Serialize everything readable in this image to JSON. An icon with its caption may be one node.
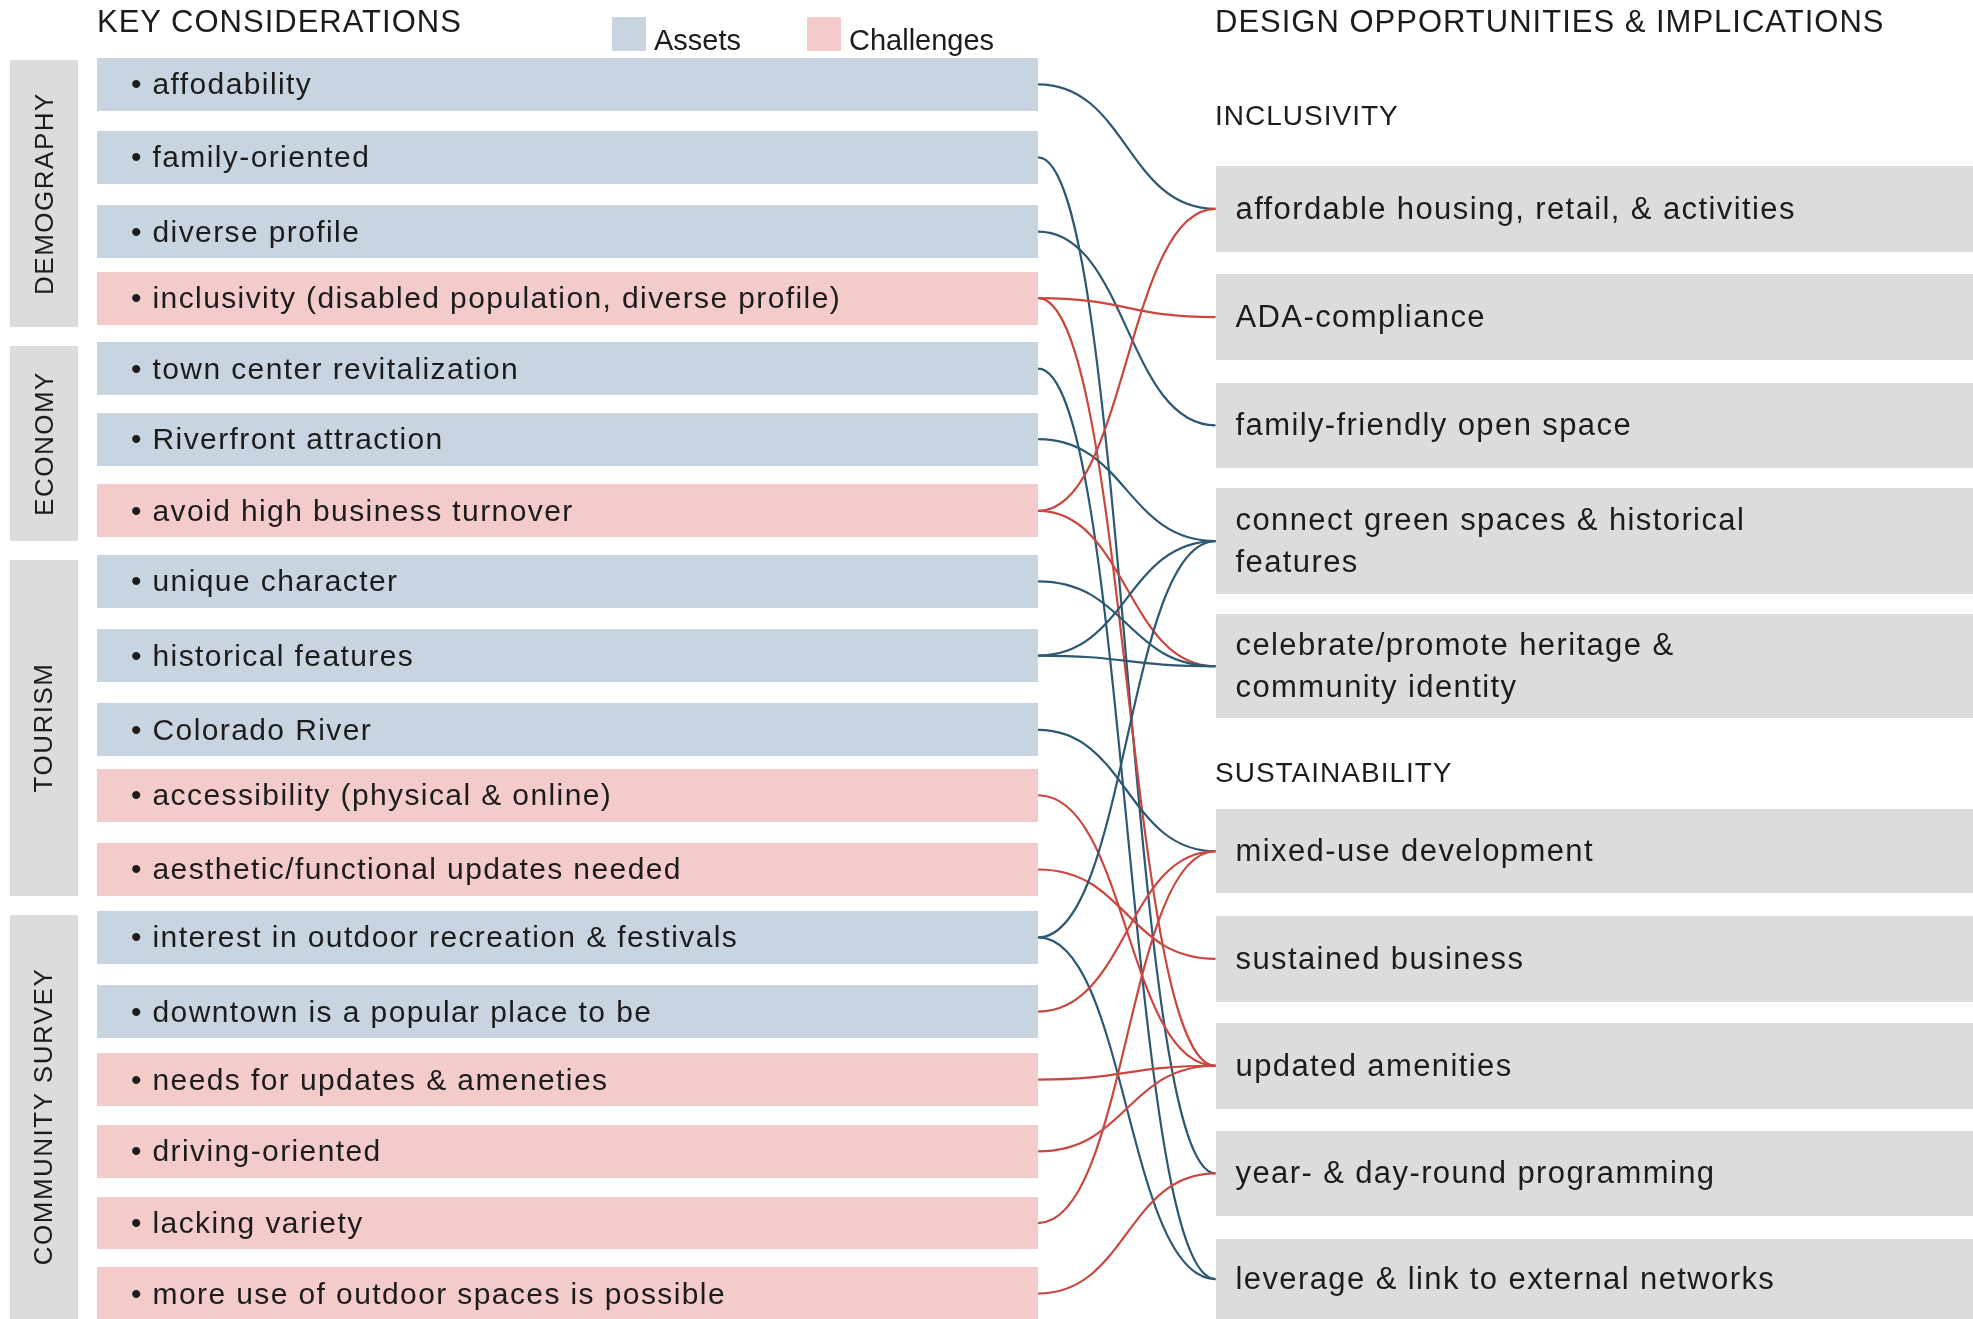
{
  "diagram": {
    "nodes": [
      {
        "text": [
          "DEMOGRAPHY"
        ]
      },
      {
        "text": [
          "ECONOMY"
        ]
      },
      {
        "text": [
          "TOURISM"
        ]
      },
      {
        "text": [
          "COMMUNITY SURVEY"
        ]
      },
      {
        "text": [
          "• affodability"
        ]
      },
      {
        "text": [
          "• family-oriented"
        ]
      },
      {
        "text": [
          "• diverse profile"
        ]
      },
      {
        "text": [
          "• inclusivity (disabled population, diverse profile)"
        ]
      },
      {
        "text": [
          "• town center revitalization"
        ]
      },
      {
        "text": [
          "• Riverfront attraction"
        ]
      },
      {
        "text": [
          "• avoid high business turnover"
        ]
      },
      {
        "text": [
          "• unique character"
        ]
      },
      {
        "text": [
          "• historical features"
        ]
      },
      {
        "text": [
          "• Colorado River"
        ]
      },
      {
        "text": [
          "• accessibility (physical & online)"
        ]
      },
      {
        "text": [
          "• aesthetic/functional updates needed"
        ]
      },
      {
        "text": [
          "• interest in outdoor recreation & festivals"
        ]
      },
      {
        "text": [
          "• downtown is a popular place to be"
        ]
      },
      {
        "text": [
          "• needs for updates & ameneties"
        ]
      },
      {
        "text": [
          "• driving-oriented"
        ]
      },
      {
        "text": [
          "• lacking variety"
        ]
      },
      {
        "text": [
          "• more use of outdoor spaces is possible"
        ]
      },
      {
        "text": [
          "affordable housing, retail, & activities"
        ]
      },
      {
        "text": [
          "ADA-compliance"
        ]
      },
      {
        "text": [
          "family-friendly open space"
        ]
      },
      {
        "text": [
          "connect green spaces & historical features"
        ]
      },
      {
        "text": [
          "celebrate/promote heritage & community identity"
        ]
      },
      {
        "text": [
          "mixed-use development"
        ]
      },
      {
        "text": [
          "sustained business"
        ]
      },
      {
        "text": [
          "updated amenities"
        ]
      },
      {
        "text": [
          "year- & day-round programming"
        ]
      },
      {
        "text": [
          "leverage & link to external networks"
        ]
      }
    ],
    "edges": [
      {
        "from": 4,
        "to": 22,
        "arrow": "none",
        "color": "#2d5873"
      },
      {
        "from": 5,
        "to": 30,
        "arrow": "none",
        "color": "#2d5873"
      },
      {
        "from": 6,
        "to": 24,
        "arrow": "none",
        "color": "#2d5873"
      },
      {
        "from": 7,
        "to": 23,
        "arrow": "none",
        "color": "#c9473e"
      },
      {
        "from": 7,
        "to": 29,
        "arrow": "none",
        "color": "#c9473e"
      },
      {
        "from": 8,
        "to": 31,
        "arrow": "none",
        "color": "#2d5873"
      },
      {
        "from": 9,
        "to": 25,
        "arrow": "none",
        "color": "#2d5873"
      },
      {
        "from": 10,
        "to": 22,
        "arrow": "none",
        "color": "#c9473e"
      },
      {
        "from": 10,
        "to": 26,
        "arrow": "none",
        "color": "#c9473e"
      },
      {
        "from": 11,
        "to": 26,
        "arrow": "none",
        "color": "#2d5873"
      },
      {
        "from": 12,
        "to": 25,
        "arrow": "none",
        "color": "#2d5873"
      },
      {
        "from": 12,
        "to": 26,
        "arrow": "none",
        "color": "#2d5873"
      },
      {
        "from": 13,
        "to": 27,
        "arrow": "none",
        "color": "#2d5873"
      },
      {
        "from": 14,
        "to": 29,
        "arrow": "none",
        "color": "#c9473e"
      },
      {
        "from": 15,
        "to": 28,
        "arrow": "none",
        "color": "#c9473e"
      },
      {
        "from": 16,
        "to": 25,
        "arrow": "none",
        "color": "#2d5873"
      },
      {
        "from": 16,
        "to": 31,
        "arrow": "none",
        "color": "#2d5873"
      },
      {
        "from": 17,
        "to": 27,
        "arrow": "none",
        "color": "#c9473e"
      },
      {
        "from": 18,
        "to": 29,
        "arrow": "none",
        "color": "#c9473e"
      },
      {
        "from": 19,
        "to": 29,
        "arrow": "none",
        "color": "#c9473e"
      },
      {
        "from": 20,
        "to": 27,
        "arrow": "none",
        "color": "#c9473e"
      },
      {
        "from": 21,
        "to": 30,
        "arrow": "none",
        "color": "#c9473e"
      }
    ],
    "labels": [
      "KEY CONSIDERATIONS",
      "DESIGN OPPORTUNITIES & IMPLICATIONS",
      "INCLUSIVITY",
      "SUSTAINABILITY"
    ],
    "legend": [
      {
        "text": "Assets",
        "color": "#c8d4e0"
      },
      {
        "text": "Challenges",
        "color": "#f3cbca"
      }
    ]
  }
}
